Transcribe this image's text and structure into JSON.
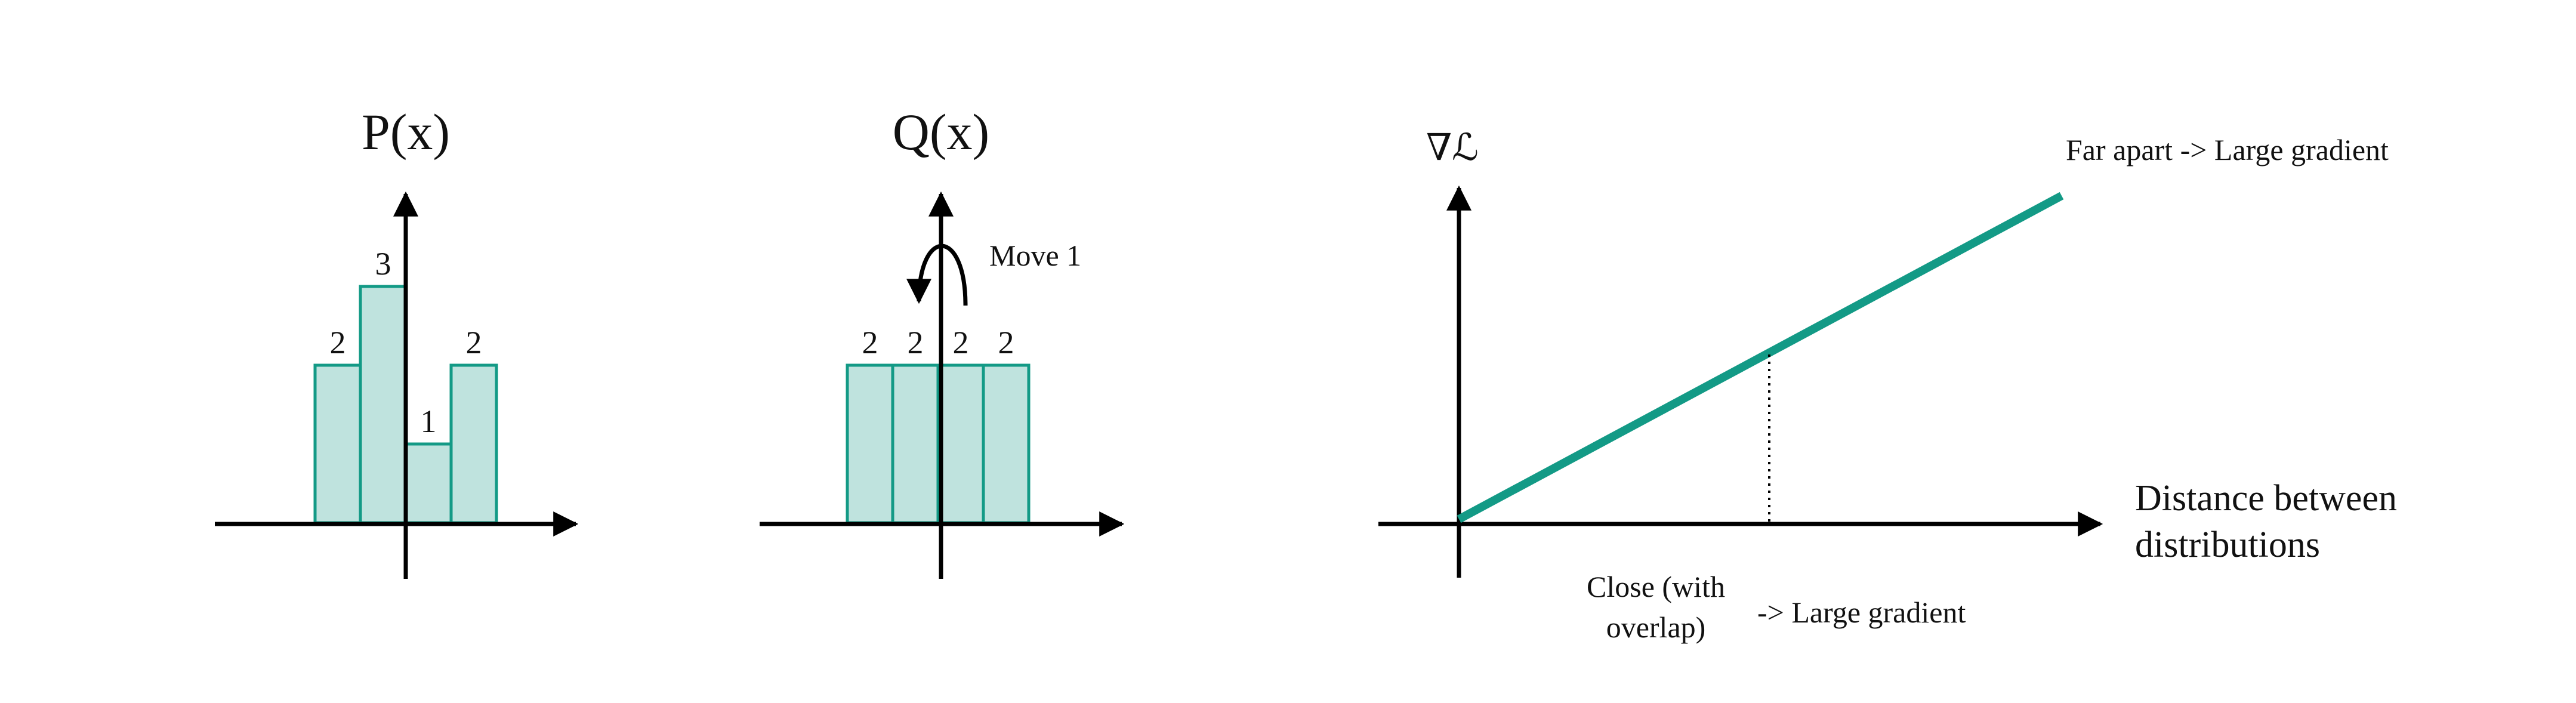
{
  "colors": {
    "bar_fill": "#bfe3de",
    "bar_stroke": "#139a86",
    "line": "#139a86",
    "axis": "#000000"
  },
  "panels": {
    "p": {
      "title": "P(x)",
      "bars": [
        {
          "label": "2",
          "value": 2
        },
        {
          "label": "3",
          "value": 3
        },
        {
          "label": "1",
          "value": 1
        },
        {
          "label": "2",
          "value": 2
        }
      ]
    },
    "q": {
      "title": "Q(x)",
      "annotation": "Move 1",
      "bars": [
        {
          "label": "2",
          "value": 2
        },
        {
          "label": "2",
          "value": 2
        },
        {
          "label": "2",
          "value": 2
        },
        {
          "label": "2",
          "value": 2
        }
      ]
    },
    "gradient": {
      "ylabel": "∇ℒ",
      "xlabel_line1": "Distance between",
      "xlabel_line2": "distributions",
      "top_note": "Far apart -> Large gradient",
      "close_line1": "Close (with",
      "close_line2": "overlap)",
      "close_right": "-> Large gradient"
    }
  }
}
